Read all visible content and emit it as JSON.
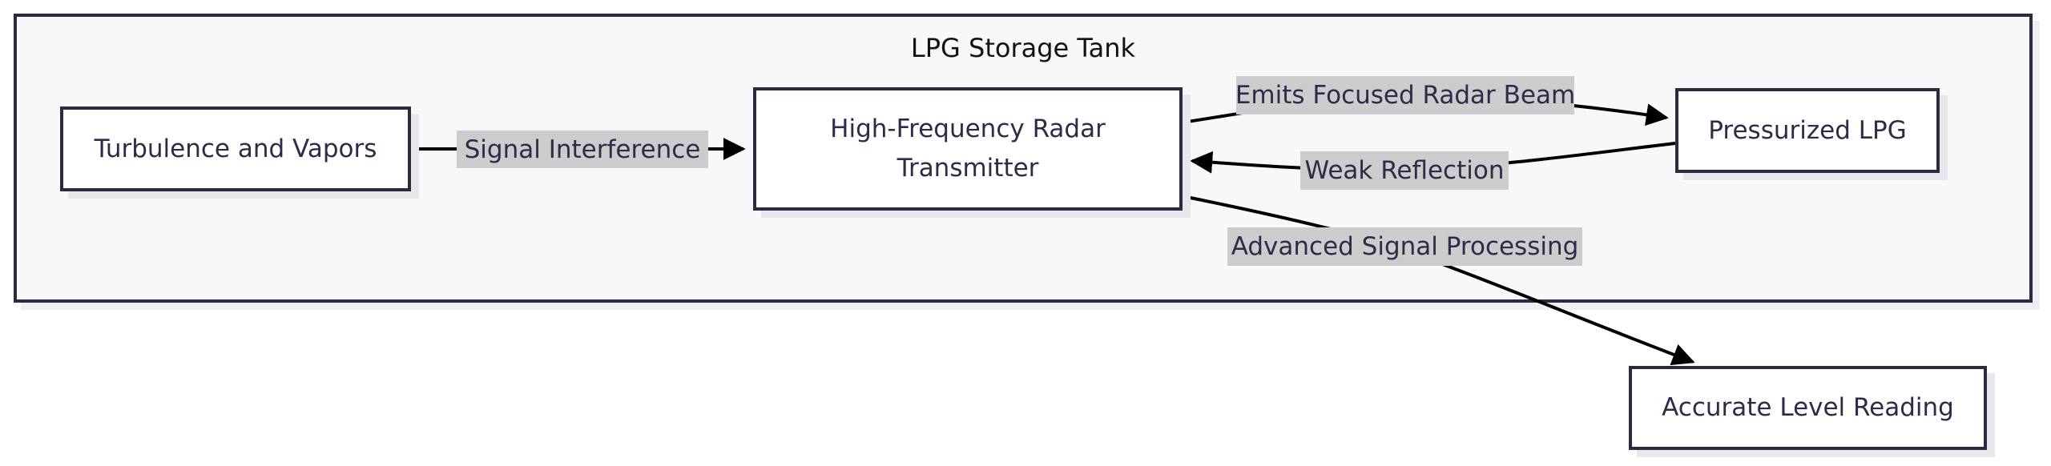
{
  "diagram": {
    "cluster": {
      "title": "LPG Storage Tank"
    },
    "nodes": [
      {
        "id": "turbulence",
        "label": "Turbulence and Vapors"
      },
      {
        "id": "transmitter",
        "label": "High-Frequency Radar Transmitter"
      },
      {
        "id": "lpg",
        "label": "Pressurized LPG"
      },
      {
        "id": "reading",
        "label": "Accurate Level Reading"
      }
    ],
    "edges": [
      {
        "from": "turbulence",
        "to": "transmitter",
        "label": "Signal Interference"
      },
      {
        "from": "transmitter",
        "to": "lpg",
        "label": "Emits Focused Radar Beam"
      },
      {
        "from": "lpg",
        "to": "transmitter",
        "label": "Weak Reflection"
      },
      {
        "from": "transmitter",
        "to": "reading",
        "label": "Advanced Signal Processing"
      }
    ]
  },
  "colors": {
    "border": "#2a2a40",
    "cluster_fill": "#f8f8fa",
    "node_fill": "#ffffff",
    "label_fill": "#cccccc",
    "text": "#2c2c48",
    "edge": "#000000"
  }
}
